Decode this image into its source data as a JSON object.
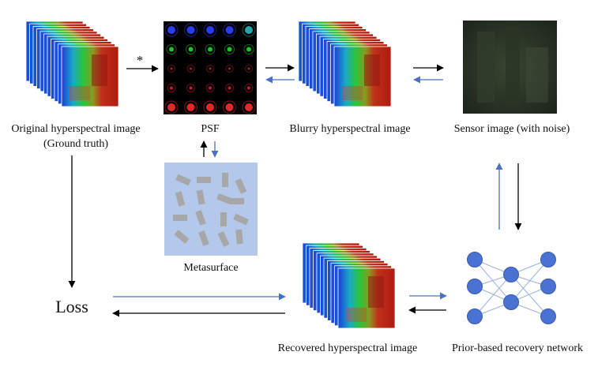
{
  "labels": {
    "original_line1": "Original  hyperspectral image",
    "original_line2": "(Ground truth)",
    "psf": "PSF",
    "blurry": "Blurry  hyperspectral image",
    "sensor": "Sensor image (with noise)",
    "metasurface": "Metasurface",
    "loss": "Loss",
    "recovered": "Recovered hyperspectral image",
    "network": "Prior-based recovery network",
    "convolution_symbol": "*"
  },
  "colors": {
    "black_arrow": "#000000",
    "blue_arrow": "#4a72c2",
    "network_node": "#4a72d2",
    "metasurface_bg": "#b4c8ec",
    "metasurface_pillar": "#a7a7a7",
    "psf_bg": "#000000"
  }
}
